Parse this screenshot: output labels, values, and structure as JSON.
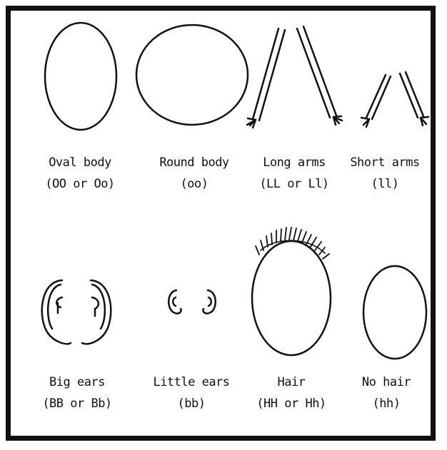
{
  "traits": [
    {
      "name": "Oval body",
      "genotype": "(OO or Oo)",
      "icon": "oval-body-icon"
    },
    {
      "name": "Round body",
      "genotype": "(oo)",
      "icon": "round-body-icon"
    },
    {
      "name": "Long arms",
      "genotype": "(LL or Ll)",
      "icon": "long-arms-icon"
    },
    {
      "name": "Short arms",
      "genotype": "(ll)",
      "icon": "short-arms-icon"
    },
    {
      "name": "Big ears",
      "genotype": "(BB or Bb)",
      "icon": "big-ears-icon"
    },
    {
      "name": "Little ears",
      "genotype": "(bb)",
      "icon": "little-ears-icon"
    },
    {
      "name": "Hair",
      "genotype": "(HH or Hh)",
      "icon": "hair-icon"
    },
    {
      "name": "No hair",
      "genotype": "(hh)",
      "icon": "no-hair-icon"
    }
  ],
  "colors": {
    "ink": "#111111",
    "background": "#ffffff"
  }
}
